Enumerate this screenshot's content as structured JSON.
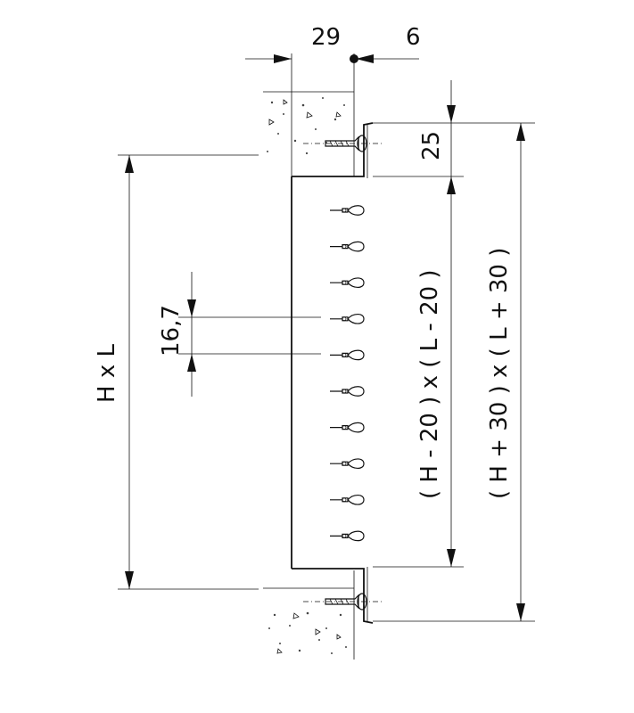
{
  "dimensions": {
    "top_left_offset": "29",
    "top_right_offset": "6",
    "frame_height": "25",
    "blade_spacing": "16,7",
    "nominal_size": "H x L",
    "inner_size": "( H - 20 ) x ( L - 20 )",
    "outer_size": "( H + 30 ) x ( L + 30 )"
  },
  "blade_count": 10,
  "colors": {
    "line": "#111111",
    "background": "#ffffff"
  }
}
